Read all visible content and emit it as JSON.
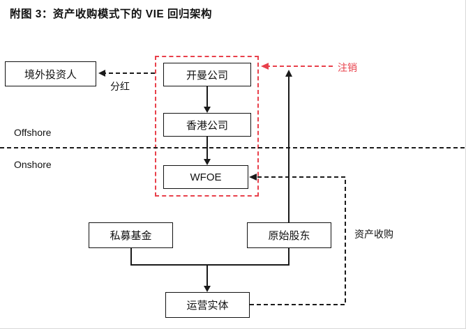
{
  "title": "附图 3：资产收购模式下的 VIE 回归架构",
  "regions": {
    "offshore": "Offshore",
    "onshore": "Onshore"
  },
  "nodes": {
    "overseas_investor": "境外投资人",
    "cayman": "开曼公司",
    "hongkong": "香港公司",
    "wfoe": "WFOE",
    "pe_fund": "私募基金",
    "original_shareholders": "原始股东",
    "operating_entity": "运营实体"
  },
  "edge_labels": {
    "dividend": "分红",
    "cancel": "注销",
    "asset_acquisition": "资产收购"
  },
  "edges": [
    {
      "from": "cayman",
      "to": "overseas_investor",
      "style": "dashed",
      "label": "分红"
    },
    {
      "from": "cancel_note",
      "to": "red_dashed_group",
      "style": "dashed-red",
      "label": "注销"
    },
    {
      "from": "cayman",
      "to": "hongkong",
      "style": "solid"
    },
    {
      "from": "hongkong",
      "to": "wfoe",
      "style": "solid"
    },
    {
      "from": "original_shareholders",
      "to": "cayman",
      "style": "solid"
    },
    {
      "from": "pe_fund",
      "to": "operating_entity",
      "style": "solid"
    },
    {
      "from": "original_shareholders",
      "to": "operating_entity",
      "style": "solid"
    },
    {
      "from": "operating_entity",
      "to": "wfoe",
      "style": "dashed",
      "label": "资产收购"
    }
  ],
  "colors": {
    "accent_red": "#e8404b",
    "line_black": "#1a1a1a"
  }
}
